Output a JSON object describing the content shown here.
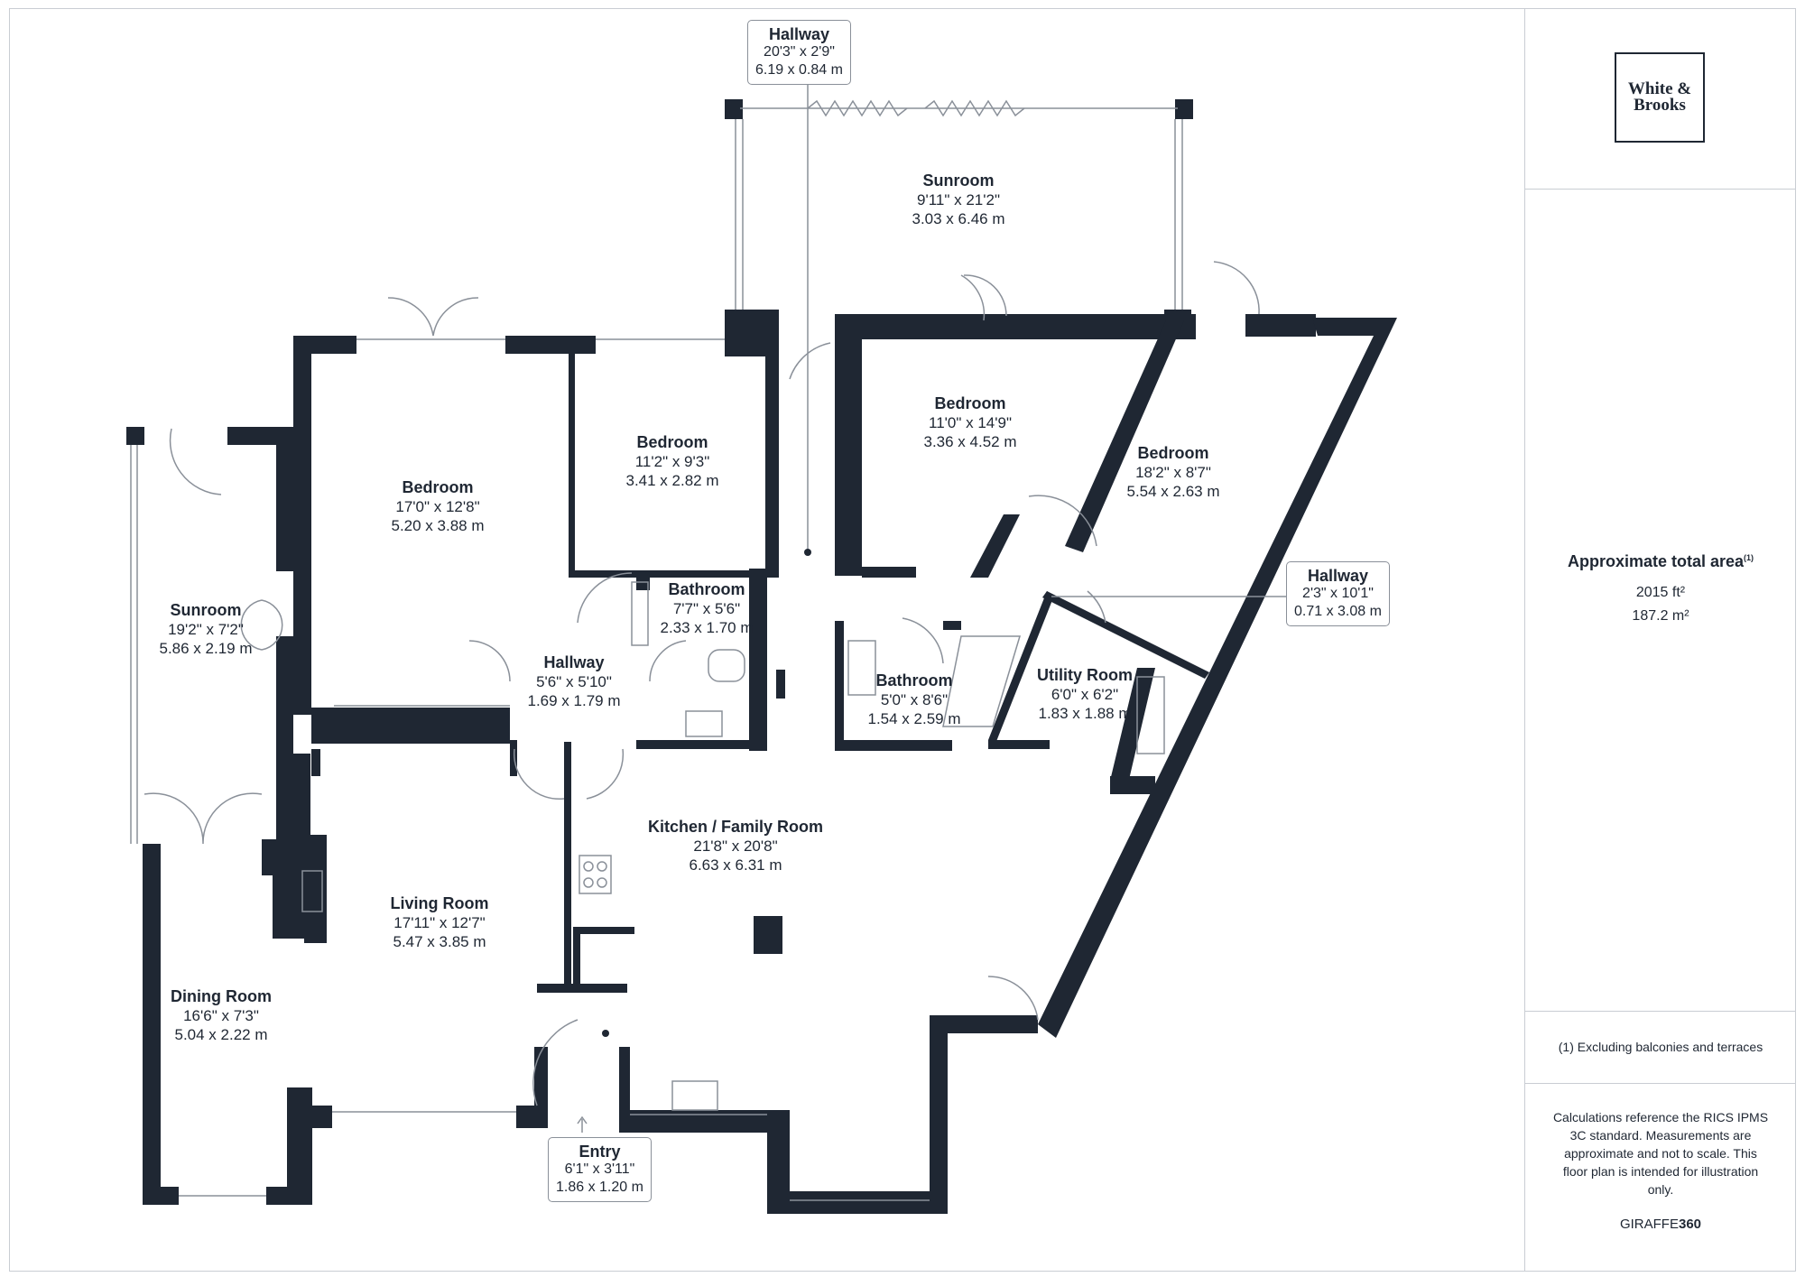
{
  "rooms": {
    "hallway_top": {
      "name": "Hallway",
      "imperial": "20'3\" x 2'9\"",
      "metric": "6.19 x 0.84 m"
    },
    "sunroom_top": {
      "name": "Sunroom",
      "imperial": "9'11\" x 21'2\"",
      "metric": "3.03 x 6.46 m"
    },
    "bedroom_1": {
      "name": "Bedroom",
      "imperial": "17'0\" x 12'8\"",
      "metric": "5.20 x 3.88 m"
    },
    "bedroom_2": {
      "name": "Bedroom",
      "imperial": "11'2\" x 9'3\"",
      "metric": "3.41 x 2.82 m"
    },
    "bedroom_3": {
      "name": "Bedroom",
      "imperial": "11'0\" x 14'9\"",
      "metric": "3.36 x 4.52 m"
    },
    "bedroom_4": {
      "name": "Bedroom",
      "imperial": "18'2\" x 8'7\"",
      "metric": "5.54 x 2.63 m"
    },
    "sunroom_left": {
      "name": "Sunroom",
      "imperial": "19'2\" x 7'2\"",
      "metric": "5.86 x 2.19 m"
    },
    "bathroom_1": {
      "name": "Bathroom",
      "imperial": "7'7\" x 5'6\"",
      "metric": "2.33 x 1.70 m"
    },
    "hallway_mid": {
      "name": "Hallway",
      "imperial": "5'6\" x 5'10\"",
      "metric": "1.69 x 1.79 m"
    },
    "bathroom_2": {
      "name": "Bathroom",
      "imperial": "5'0\" x 8'6\"",
      "metric": "1.54 x 2.59 m"
    },
    "utility": {
      "name": "Utility Room",
      "imperial": "6'0\" x 6'2\"",
      "metric": "1.83 x 1.88 m"
    },
    "hallway_right": {
      "name": "Hallway",
      "imperial": "2'3\" x 10'1\"",
      "metric": "0.71 x 3.08 m"
    },
    "kitchen": {
      "name": "Kitchen / Family Room",
      "imperial": "21'8\" x 20'8\"",
      "metric": "6.63 x 6.31 m"
    },
    "living": {
      "name": "Living Room",
      "imperial": "17'11\" x 12'7\"",
      "metric": "5.47 x 3.85 m"
    },
    "dining": {
      "name": "Dining Room",
      "imperial": "16'6\" x 7'3\"",
      "metric": "5.04 x 2.22 m"
    },
    "entry": {
      "name": "Entry",
      "imperial": "6'1\" x 3'11\"",
      "metric": "1.86 x 1.20 m"
    }
  },
  "sidebar": {
    "logo_line1": "White &",
    "logo_line2": "Brooks",
    "area_title": "Approximate total area",
    "area_note_mark": "(1)",
    "area_ft": "2015 ft²",
    "area_m": "187.2 m²",
    "footnote": "(1) Excluding balconies and terraces",
    "disclaimer": "Calculations reference the RICS IPMS 3C standard. Measurements are approximate and not to scale. This floor plan is intended for illustration only.",
    "brand_light": "GIRAFFE",
    "brand_bold": "360"
  },
  "colors": {
    "wall": "#1f2733",
    "line": "#8a9099",
    "background": "#ffffff"
  }
}
